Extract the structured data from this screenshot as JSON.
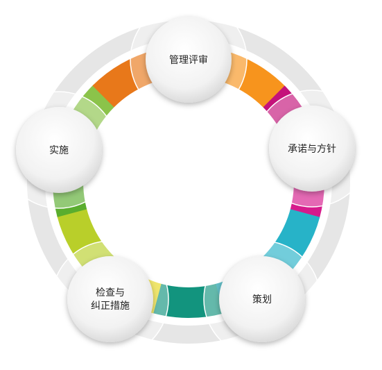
{
  "diagram": {
    "nodes": [
      {
        "id": "review",
        "lines": [
          "管理评审"
        ]
      },
      {
        "id": "policy",
        "lines": [
          "承诺与方针"
        ]
      },
      {
        "id": "planning",
        "lines": [
          "策划"
        ]
      },
      {
        "id": "check",
        "lines": [
          "检查与",
          "纠正措施"
        ]
      },
      {
        "id": "implement",
        "lines": [
          "实施"
        ]
      }
    ]
  },
  "colors": {
    "ring_segments": [
      "#ee5a0a",
      "#f7941d",
      "#c4127a",
      "#d61a8c",
      "#27b3c8",
      "#0f9aa8",
      "#12947e",
      "#e6d820",
      "#b9cf2a",
      "#5aad2e",
      "#8bc34a",
      "#e8781a"
    ],
    "outer_ring": "#e4e4e4",
    "node_fill": "#f4f4f4"
  }
}
